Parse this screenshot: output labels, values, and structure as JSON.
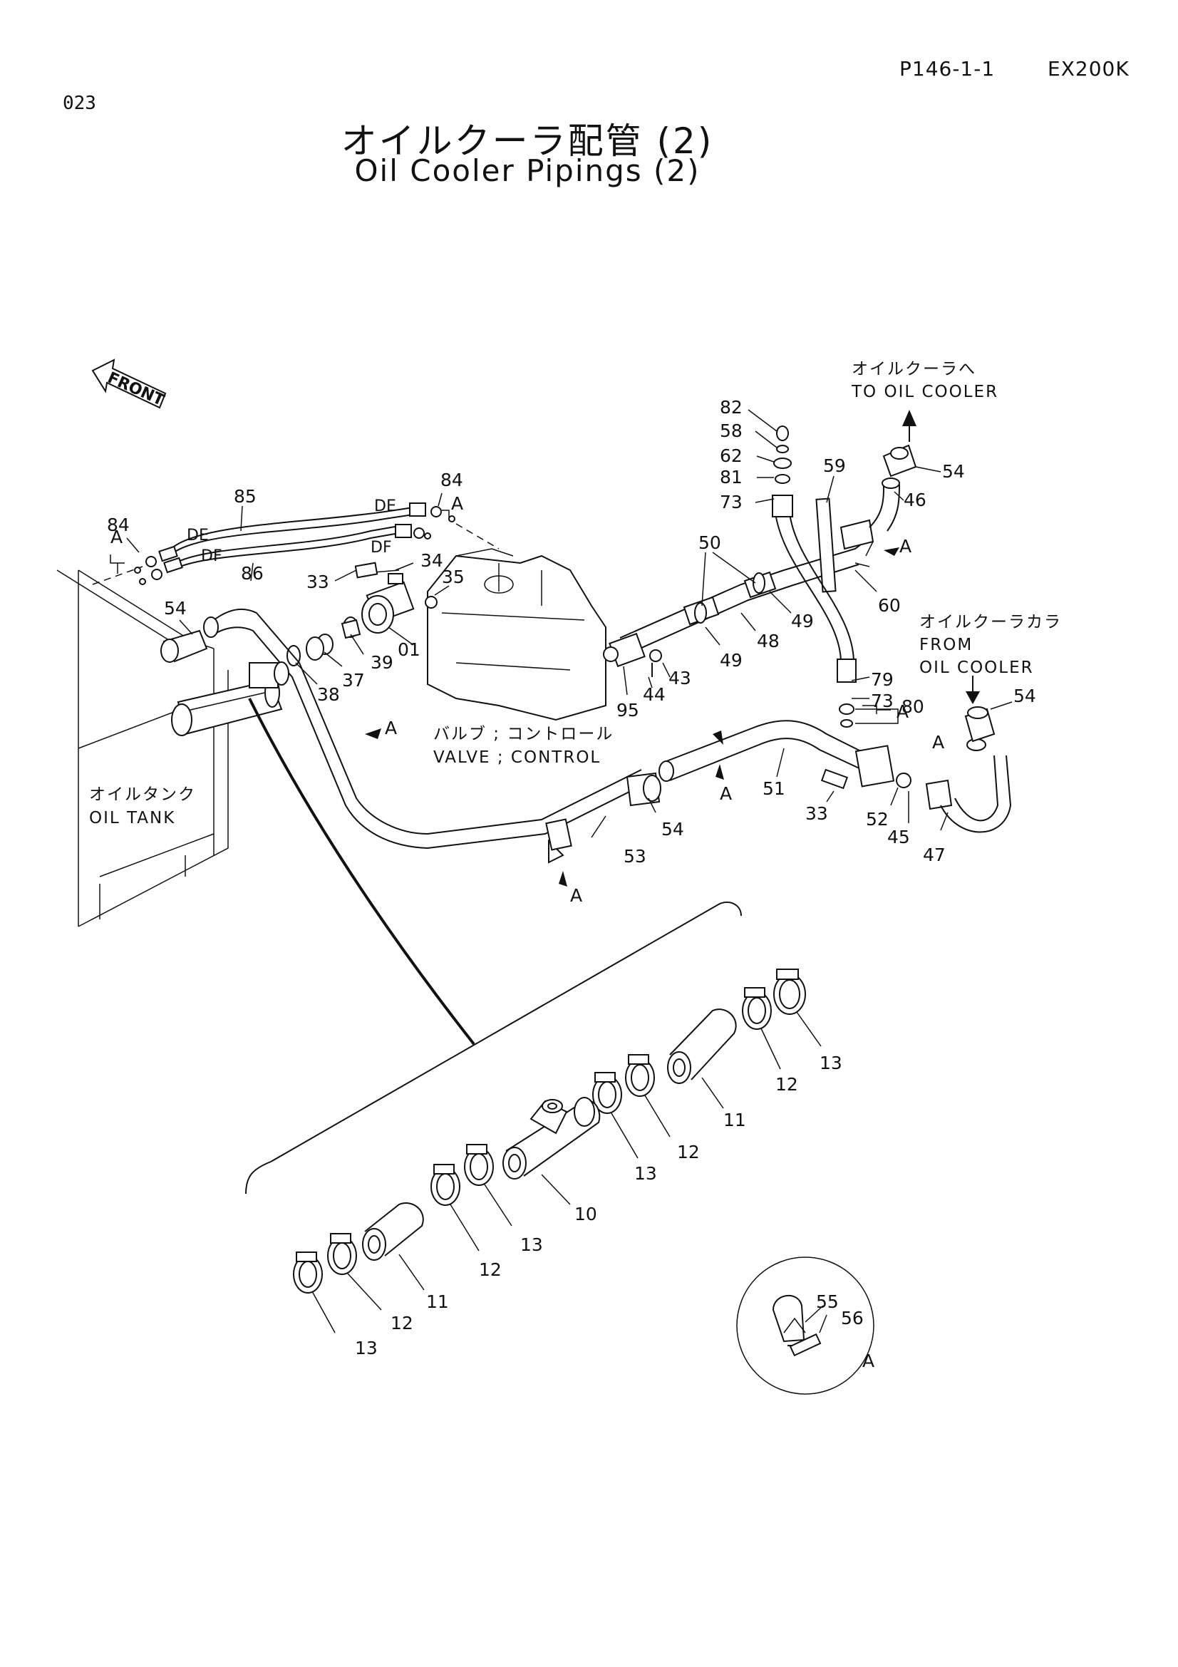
{
  "header": {
    "page_number": "023",
    "part_code": "P146-1-1",
    "model": "EX200K"
  },
  "title": {
    "japanese": "オイルクーラ配管 (2)",
    "english": "Oil Cooler Pipings (2)"
  },
  "annotations": {
    "front": "FRONT",
    "to_oil_cooler_jp": "オイルクーラへ",
    "to_oil_cooler_en": "TO OIL COOLER",
    "from_oil_cooler_jp": "オイルクーラカラ",
    "from_oil_cooler_en1": "FROM",
    "from_oil_cooler_en2": "OIL COOLER",
    "valve_jp": "バルブ ; コントロール",
    "valve_en": "VALVE ; CONTROL",
    "oil_tank_jp": "オイルタンク",
    "oil_tank_en": "OIL TANK",
    "port_de": "DE",
    "port_df": "DF",
    "ref_a": "A"
  },
  "callouts": {
    "p82": "82",
    "p58": "58",
    "p62": "62",
    "p81": "81",
    "p73a": "73",
    "p59": "59",
    "p54a": "54",
    "p46": "46",
    "p60": "60",
    "p50": "50",
    "p49a": "49",
    "p48": "48",
    "p49b": "49",
    "p43": "43",
    "p44": "44",
    "p95": "95",
    "p79": "79",
    "p73b": "73",
    "p80": "80",
    "p54b": "54",
    "p84a": "84",
    "p84b": "84",
    "p85": "85",
    "p86": "86",
    "p33a": "33",
    "p34": "34",
    "p35": "35",
    "p01": "01",
    "p39": "39",
    "p37": "37",
    "p38": "38",
    "p54c": "54",
    "p54d": "54",
    "p53": "53",
    "p51": "51",
    "p33b": "33",
    "p52": "52",
    "p45": "45",
    "p47": "47",
    "p13a": "13",
    "p12a": "12",
    "p11a": "11",
    "p12b": "12",
    "p13b": "13",
    "p10": "10",
    "p13c": "13",
    "p12c": "12",
    "p11b": "11",
    "p12d": "12",
    "p13d": "13",
    "p55": "55",
    "p56": "56"
  }
}
